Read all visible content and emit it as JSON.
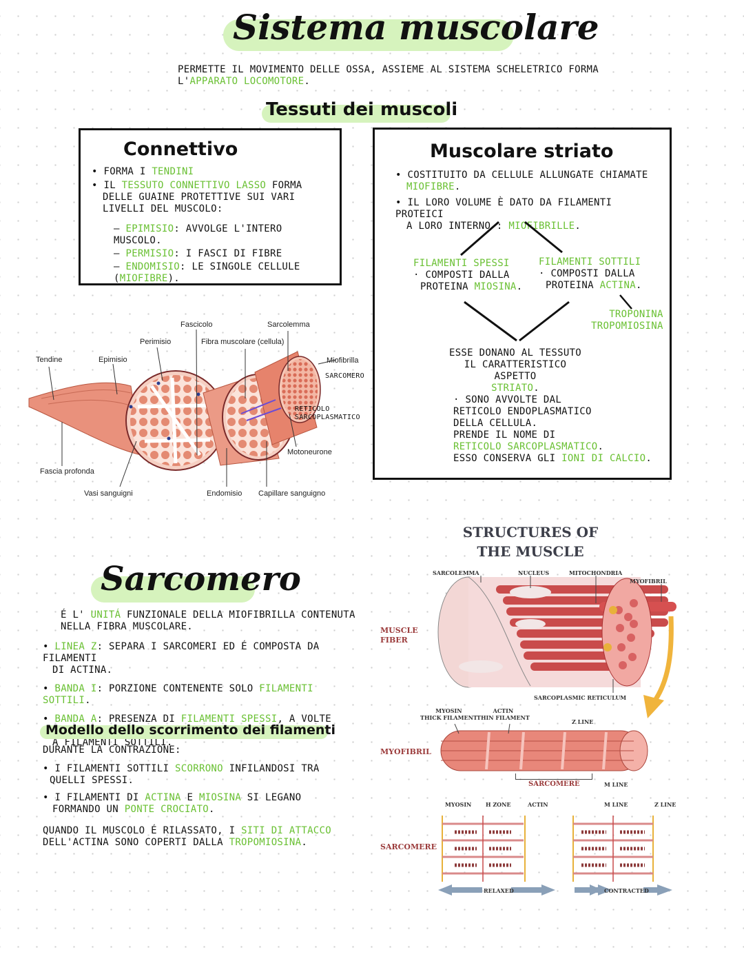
{
  "title": "Sistema muscolare",
  "intro": {
    "text1": "PERMETTE IL MOVIMENTO DELLE OSSA, ASSIEME AL SISTEMA SCHELETRICO FORMA",
    "text2": "L'",
    "highlight": "APPARATO LOCOMOTORE",
    "end": "."
  },
  "tissues_heading": "Tessuti dei muscoli",
  "connettivo": {
    "title": "Connettivo",
    "b1_pre": "FORMA I ",
    "b1_g": "TENDINI",
    "b2_pre": "IL ",
    "b2_g": "TESSUTO CONNETTIVO LASSO",
    "b2_post1": " FORMA",
    "b2_line2": "DELLE GUAINE PROTETTIVE SUI VARI",
    "b2_line3": "LIVELLI DEL MUSCOLO:",
    "s1_g": "EPIMISIO",
    "s1": ": AVVOLGE L'INTERO MUSCOLO.",
    "s2_g": "PERMISIO",
    "s2": ": I FASCI DI FIBRE",
    "s3_g": "ENDOMISIO",
    "s3": ": LE SINGOLE CELLULE (",
    "s3_g2": "MIOFIBRE",
    "s3_end": ")."
  },
  "striato": {
    "title": "Muscolare striato",
    "b1_l1": "COSTITUITO DA CELLULE ALLUNGATE CHIAMATE",
    "b1_g": "MIOFIBRE",
    "b2_l1": "IL LORO VOLUME È DATO DA FILAMENTI PROTEICI",
    "b2_l2": "A LORO INTERNO : ",
    "b2_g": "MIOFIBRILLE",
    "left_title": "FILAMENTI SPESSI",
    "left_l1": "· COMPOSTI DALLA",
    "left_l2": "PROTEINA ",
    "left_g": "MIOSINA",
    "right_title": "FILAMENTI SOTTILI",
    "right_l1": "· COMPOSTI DALLA",
    "right_l2": "PROTEINA ",
    "right_g": "ACTINA",
    "tropo1": "TROPONINA",
    "tropo2": "TROPOMIOSINA",
    "giv_l1": "ESSE DONANO AL TESSUTO",
    "giv_l2": "IL CARATTERISTICO ASPETTO",
    "giv_g": "STRIATO",
    "ret_l1": "· SONO AVVOLTE DAL",
    "ret_l2": "RETICOLO ENDOPLASMATICO",
    "ret_l3": "DELLA CELLULA.",
    "ret_l4": "PRENDE IL NOME DI",
    "ret_g1": "RETICOLO SARCOPLASMATICO",
    "ret_l6": "ESSO CONSERVA GLI ",
    "ret_g2": "IONI DI CALCIO"
  },
  "muscle_diagram": {
    "labels": {
      "fascicolo": "Fascicolo",
      "sarcolemma": "Sarcolemma",
      "perimisio": "Perimisio",
      "fibra": "Fibra muscolare (cellula)",
      "tendine": "Tendine",
      "epimisio": "Epimisio",
      "miofibrilla": "Miofibrilla",
      "sarcomero": "SARCOMERO",
      "reticolo1": "RETICOLO",
      "reticolo2": "SARCOPLASMATICO",
      "motoneurone": "Motoneurone",
      "fascia": "Fascia profonda",
      "vasi": "Vasi sanguigni",
      "endomisio": "Endomisio",
      "capillare": "Capillare sanguigno"
    }
  },
  "structures": {
    "title1": "STRUCTURES OF",
    "title2": "THE MUSCLE",
    "sarcolemma": "SARCOLEMMA",
    "nucleus": "NUCLEUS",
    "mitochondria": "MITOCHONDRIA",
    "myofibril_top": "MYOFIBRIL",
    "muscle_fiber1": "MUSCLE",
    "muscle_fiber2": "FIBER",
    "sarcoplasmic": "SARCOPLASMIC RETICULUM",
    "myosin_thick1": "MYOSIN",
    "myosin_thick2": "THICK FILAMENT",
    "actin_thin1": "ACTIN",
    "actin_thin2": "THIN FILAMENT",
    "zline_top": "Z LINE",
    "myofibril": "MYOFIBRIL",
    "sarcomere_brace": "SARCOMERE",
    "mline_mid": "M LINE",
    "myosin": "MYOSIN",
    "hzone": "H ZONE",
    "actin": "ACTIN",
    "mline": "M LINE",
    "zline": "Z LINE",
    "sarcomere_side": "SARCOMERE",
    "relaxed": "RELAXED",
    "contracted": "CONTRACTED"
  },
  "sarcomero": {
    "title": "Sarcomero",
    "def_l1a": "É L' ",
    "def_g": "UNITÁ",
    "def_l1b": " FUNZIONALE DELLA MIOFIBRILLA CONTENUTA",
    "def_l2": "NELLA FIBRA MUSCOLARE.",
    "z_g": "LINEA Z",
    "z_l1": ": SEPARA I SARCOMERI ED É COMPOSTA DA FILAMENTI",
    "z_l2": "DI ACTINA.",
    "i_g": "BANDA I",
    "i_l1": ": PORZIONE CONTENENTE SOLO ",
    "i_g2": "FILAMENTI SOTTILI",
    "i_end": ".",
    "a_g": "BANDA A",
    "a_l1": ": PRESENZA DI ",
    "a_g2": "FILAMENTI SPESSI",
    "a_l1b": ", A VOLTE ALTERNATI",
    "a_l2": "A FILAMENTI SOTTILI.",
    "model_title": "Modello dello scorrimento dei filamenti",
    "dur": "DURANTE LA CONTRAZIONE:",
    "m1_a": "I FILAMENTI SOTTILI ",
    "m1_g": "SCORRONO",
    "m1_b": " INFILANDOSI TRA",
    "m1_l2": "QUELLI SPESSI.",
    "m2_a": "I FILAMENTI DI ",
    "m2_g1": "ACTINA",
    "m2_b": " E ",
    "m2_g2": "MIOSINA",
    "m2_c": " SI LEGANO",
    "m2_l2": "FORMANDO UN ",
    "m2_g3": "PONTE CROCIATO",
    "m2_end": ".",
    "q_l1a": "QUANDO IL MUSCOLO É RILASSATO, I ",
    "q_g": "SITI DI ATTACCO",
    "q_l2": "DELL'ACTINA SONO COPERTI DALLA ",
    "q_g2": "TROPOMIOSINA",
    "q_end": "."
  }
}
